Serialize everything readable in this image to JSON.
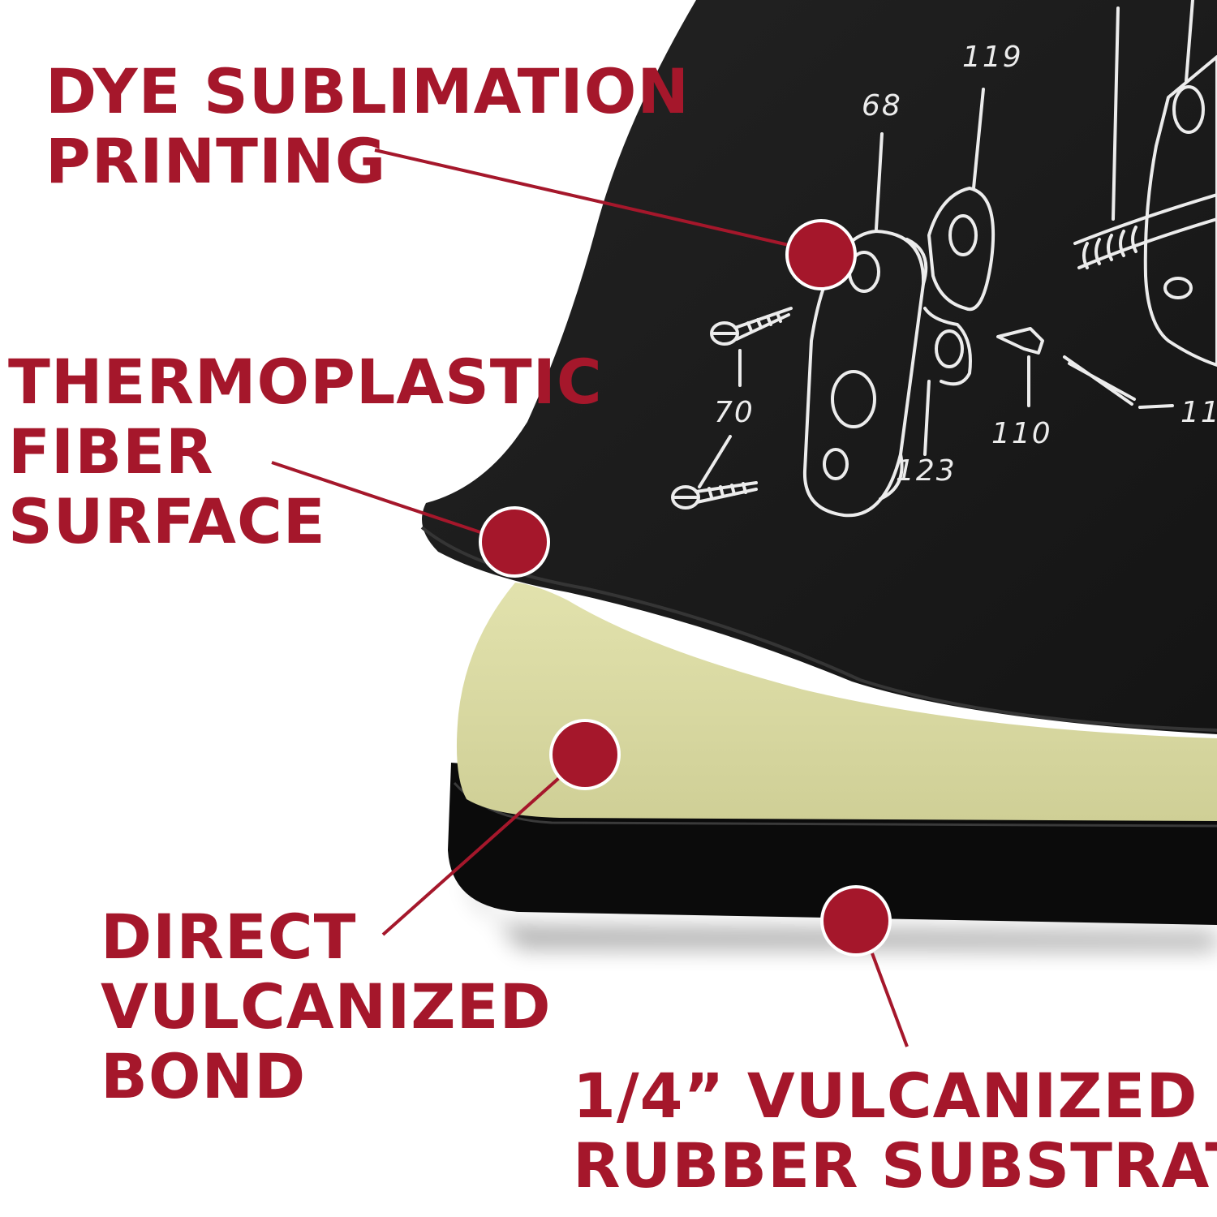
{
  "callouts": [
    {
      "id": "dye",
      "lines": [
        "DYE SUBLIMATION",
        "PRINTING"
      ]
    },
    {
      "id": "thermo",
      "lines": [
        "THERMOPLASTIC",
        "FIBER",
        "SURFACE"
      ]
    },
    {
      "id": "bond",
      "lines": [
        "DIRECT",
        "VULCANIZED",
        "BOND"
      ]
    },
    {
      "id": "rubber",
      "lines": [
        "1/4” VULCANIZED",
        "RUBBER SUBSTRATE"
      ]
    }
  ],
  "part_numbers": [
    "119",
    "68",
    "70",
    "110",
    "123",
    "11"
  ],
  "colors": {
    "accent": "#a5172b",
    "mat_surface": "#1a1a1a",
    "bond_layer": "#d8d8a2",
    "rubber_edge": "#0b0b0b",
    "line_art": "#ececec"
  }
}
